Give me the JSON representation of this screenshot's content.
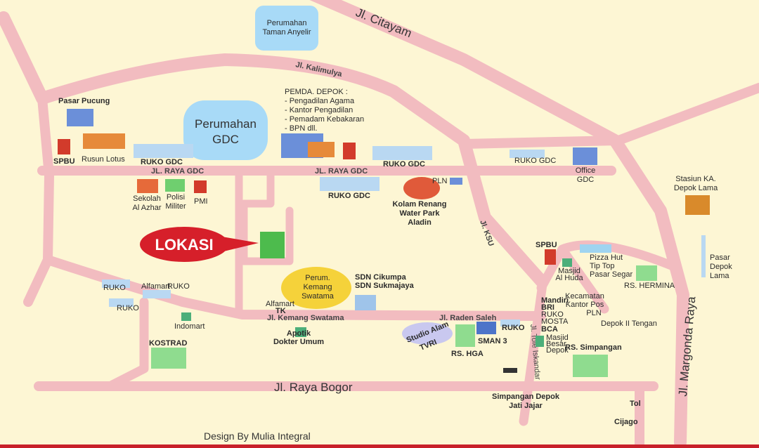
{
  "colors": {
    "background": "#fdf6d4",
    "road": "#f2bcc0",
    "lokasi": "#d61f2a",
    "water": "#a8daf7"
  },
  "roads": {
    "citayam": "Jl. Citayam",
    "kalimulya": "Jl. Kalimulya",
    "raya_gdc_1": "JL. RAYA GDC",
    "raya_gdc_2": "JL. RAYA GDC",
    "ksu": "Jl. KSU",
    "kemang_swatama": "Jl. Kemang Swatama",
    "raden_saleh": "Jl. Raden Saleh",
    "tole_iskandar": "Jl. Tole Iskandar",
    "raya_bogor": "Jl. Raya Bogor",
    "margonda": "Jl. Margonda Raya"
  },
  "places": {
    "taman_anyelir": [
      "Perumahan",
      "Taman Anyelir"
    ],
    "gdc": [
      "Perumahan",
      "GDC"
    ],
    "pasar_pucung": "Pasar Pucung",
    "spbu1": "SPBU",
    "rusun": "Rusun Lotus",
    "ruko_gdc1": "RUKO GDC",
    "pemda": [
      "PEMDA. DEPOK :",
      "- Pengadilan Agama",
      "- Kantor Pengadilan",
      "- Pemadam Kebakaran",
      "- BPN dll."
    ],
    "ruko_gdc2": "RUKO GDC",
    "ruko_gdc3": "RUKO GDC",
    "ruko_gdc4": "RUKO GDC",
    "office_gdc": [
      "Office",
      "GDC"
    ],
    "stasiun": [
      "Stasiun KA.",
      "Depok Lama"
    ],
    "sekolah": [
      "Sekolah",
      "Al Azhar"
    ],
    "polisi": [
      "Polisi",
      "Militer"
    ],
    "pmi": "PMI",
    "pln1": "PLN",
    "kolam": [
      "Kolam Renang",
      "Water Park",
      "Aladin"
    ],
    "lokasi": "LOKASI",
    "spbu2": "SPBU",
    "masjid_huda": [
      "Masjid",
      "Al Huda"
    ],
    "pizza": [
      "Pizza Hut",
      "Tip Top",
      "Pasar Segar"
    ],
    "hermina": "RS. HERMINA",
    "pasar_depok": [
      "Pasar",
      "Depok",
      "Lama"
    ],
    "ruko1": "RUKO",
    "alfamart1": "Alfamart",
    "ruko2": "RUKO",
    "ruko3": "RUKO",
    "indomart": "Indomart",
    "kemang": [
      "Perum.",
      "Kemang",
      "Swatama"
    ],
    "sdn": [
      "SDN Cikumpa",
      "SDN Sukmajaya"
    ],
    "alfamart2": "Alfamart",
    "tk": "TK",
    "apotik": [
      "Apotik",
      "Dokter Umum"
    ],
    "tvri": [
      "Studio Alam",
      "TVRI"
    ],
    "rs_hga": "RS. HGA",
    "sman3": "SMAN 3",
    "ruko4": "RUKO",
    "banks": [
      "Mandiri",
      "BRI",
      "RUKO",
      "MOSTA",
      "BCA"
    ],
    "masjid_besar": [
      "Masjid",
      "Besar",
      "Depok"
    ],
    "kecamatan": [
      "Kecamatan",
      "Kantor Pos",
      "PLN"
    ],
    "depok2": "Depok II Tengan",
    "rs_simpangan": "RS. Simpangan",
    "kostrad": "KOSTRAD",
    "simpangan": [
      "Simpangan Depok",
      "Jati Jajar"
    ],
    "tol": [
      "Tol",
      "Cijago"
    ]
  },
  "credit": "Design By Mulia Integral"
}
